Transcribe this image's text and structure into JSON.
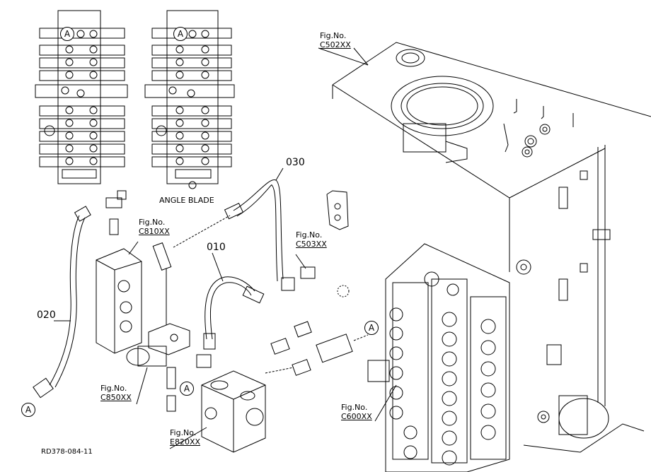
{
  "title_label": "ANGLE BLADE",
  "drawing_ref": "RD378-084-11",
  "part_numbers": {
    "p010": "010",
    "p020": "020",
    "p030": "030"
  },
  "figure_refs": {
    "c502": {
      "prefix": "Fig.No.",
      "code": "C502XX"
    },
    "c810": {
      "prefix": "Fig.No.",
      "code": "C810XX"
    },
    "c503": {
      "prefix": "Fig.No.",
      "code": "C503XX"
    },
    "c850": {
      "prefix": "Fig.No.",
      "code": "C850XX"
    },
    "c600": {
      "prefix": "Fig.No.",
      "code": "C600XX"
    },
    "e820": {
      "prefix": "Fig.No.",
      "code": "E820XX"
    }
  },
  "connector_marks": {
    "a_letter": "A"
  },
  "colors": {
    "line": "#000000",
    "background": "#ffffff"
  }
}
